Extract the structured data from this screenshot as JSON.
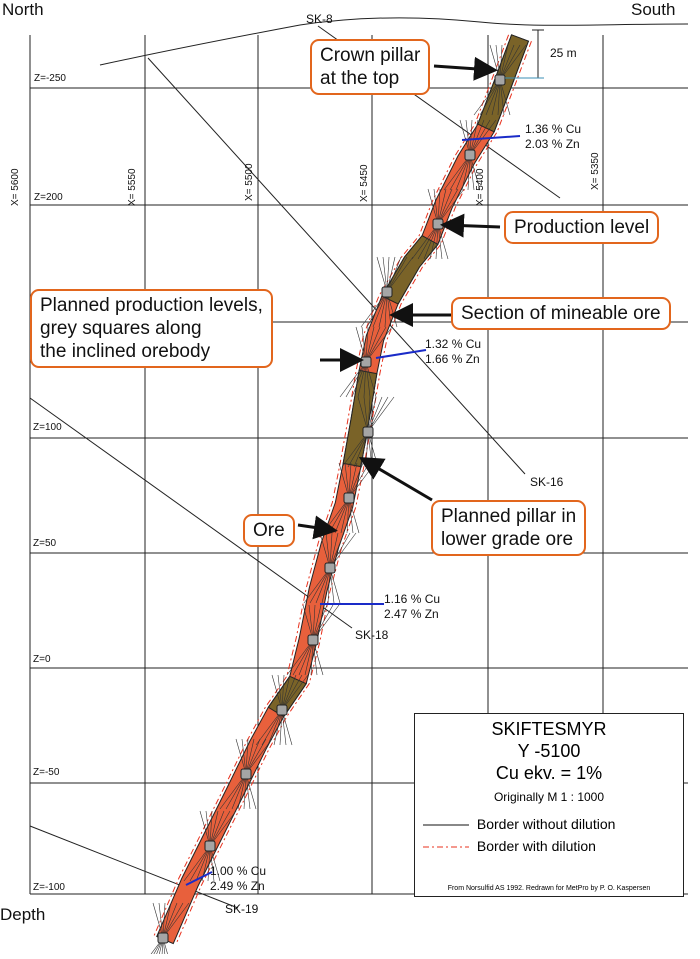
{
  "corners": {
    "north": "North",
    "south": "South",
    "depth": "Depth"
  },
  "levels": [
    "Z=-250",
    "Z=200",
    "Z=100",
    "Z=50",
    "Z=0",
    "Z=-50",
    "Z=-100"
  ],
  "eastings": [
    "X= 5600",
    "X= 5550",
    "X= 5500",
    "X= 5450",
    "X= 5400",
    "X= 5350"
  ],
  "drill_holes": [
    "SK-8",
    "SK-16",
    "SK-18",
    "SK-19"
  ],
  "scale_bar": "25 m",
  "assays": [
    {
      "cu": "1.36 % Cu",
      "zn": "2.03 % Zn"
    },
    {
      "cu": "1.32 % Cu",
      "zn": "1.66 % Zn"
    },
    {
      "cu": "1.16 % Cu",
      "zn": "2.47 % Zn"
    },
    {
      "cu": "1.00 % Cu",
      "zn": "2.49 % Zn"
    }
  ],
  "callouts": {
    "crown_pillar": [
      "Crown pillar",
      "at the top"
    ],
    "production_level": "Production level",
    "planned_levels": [
      "Planned production levels,",
      "grey squares along",
      "the inclined orebody"
    ],
    "mineable_ore": "Section of mineable ore",
    "planned_pillar": [
      "Planned pillar in",
      "lower grade ore"
    ],
    "ore": "Ore"
  },
  "legend": {
    "title": "SKIFTESMYR",
    "section": "Y -5100",
    "cutoff": "Cu ekv. = 1%",
    "scale": "Originally M 1 : 1000",
    "border_without": "Border without dilution",
    "border_with": "Border with dilution",
    "source": "From Norsulfid AS 1992. Redrawn for MetPro by P. O. Kaspersen"
  },
  "colors": {
    "ore_fill": "#e8603c",
    "pillar_fill": "#7a6328",
    "callout_border": "#e2661d",
    "assay_line": "#1a2bc8",
    "dilution_border": "#e8301c",
    "level_marker": "#a5a5a5"
  }
}
